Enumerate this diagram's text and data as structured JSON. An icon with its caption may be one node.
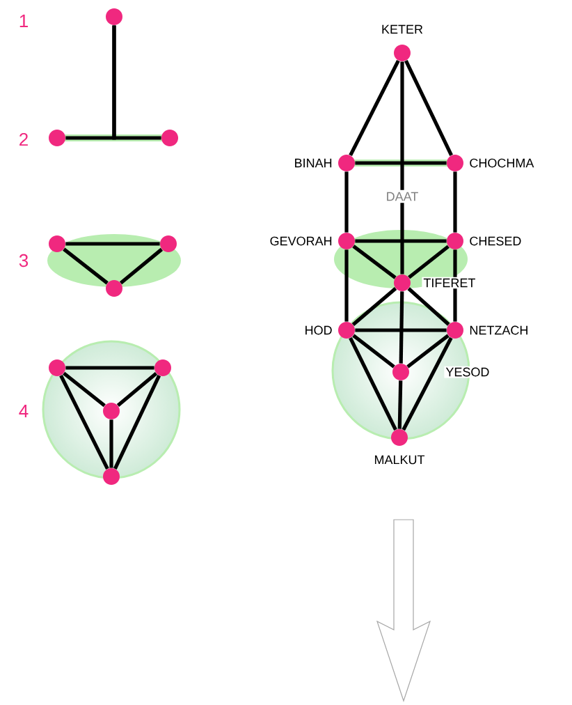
{
  "diagram": {
    "nodes": [
      {
        "text": [],
        "shape": "circle"
      },
      {
        "text": [],
        "shape": "circle"
      },
      {
        "text": [],
        "shape": "circle"
      },
      {
        "text": [],
        "shape": "circle"
      },
      {
        "text": [],
        "shape": "circle"
      },
      {
        "text": [],
        "shape": "circle"
      },
      {
        "text": [],
        "shape": "circle"
      },
      {
        "text": [],
        "shape": "circle"
      },
      {
        "text": [],
        "shape": "circle"
      },
      {
        "text": [],
        "shape": "circle"
      },
      {
        "text": [],
        "shape": "circle",
        "beside": [
          "KETER"
        ]
      },
      {
        "text": [],
        "shape": "circle",
        "beside": [
          "BINAH"
        ]
      },
      {
        "text": [],
        "shape": "circle",
        "beside": [
          "CHOCHMA"
        ]
      },
      {
        "text": [],
        "shape": "circle",
        "beside": [
          "GEVORAH"
        ]
      },
      {
        "text": [],
        "shape": "circle",
        "beside": [
          "CHESED"
        ]
      },
      {
        "text": [],
        "shape": "circle",
        "beside": [
          "TIFERET"
        ]
      },
      {
        "text": [],
        "shape": "circle",
        "beside": [
          "HOD"
        ]
      },
      {
        "text": [],
        "shape": "circle",
        "beside": [
          "NETZACH"
        ]
      },
      {
        "text": [],
        "shape": "circle",
        "beside": [
          "YESOD"
        ]
      },
      {
        "text": [],
        "shape": "circle",
        "beside": [
          "MALKUT"
        ]
      }
    ],
    "edges": [
      {
        "from": 0,
        "to": 1,
        "arrow": "none"
      },
      {
        "from": 0,
        "to": 2,
        "arrow": "none"
      },
      {
        "from": 3,
        "to": 4,
        "arrow": "none"
      },
      {
        "from": 3,
        "to": 5,
        "arrow": "none"
      },
      {
        "from": 4,
        "to": 5,
        "arrow": "none"
      },
      {
        "from": 6,
        "to": 7,
        "arrow": "none"
      },
      {
        "from": 6,
        "to": 8,
        "arrow": "none"
      },
      {
        "from": 7,
        "to": 8,
        "arrow": "none"
      },
      {
        "from": 8,
        "to": 9,
        "arrow": "none"
      },
      {
        "from": 6,
        "to": 9,
        "arrow": "none"
      },
      {
        "from": 7,
        "to": 9,
        "arrow": "none"
      },
      {
        "from": 10,
        "to": 11,
        "arrow": "none"
      },
      {
        "from": 10,
        "to": 12,
        "arrow": "none"
      },
      {
        "from": 10,
        "to": 15,
        "arrow": "none"
      },
      {
        "from": 11,
        "to": 12,
        "arrow": "none"
      },
      {
        "from": 11,
        "to": 13,
        "arrow": "none"
      },
      {
        "from": 12,
        "to": 14,
        "arrow": "none"
      },
      {
        "from": 13,
        "to": 14,
        "arrow": "none"
      },
      {
        "from": 13,
        "to": 15,
        "arrow": "none"
      },
      {
        "from": 14,
        "to": 15,
        "arrow": "none"
      },
      {
        "from": 13,
        "to": 16,
        "arrow": "none"
      },
      {
        "from": 14,
        "to": 17,
        "arrow": "none"
      },
      {
        "from": 15,
        "to": 16,
        "arrow": "none"
      },
      {
        "from": 15,
        "to": 17,
        "arrow": "none"
      },
      {
        "from": 16,
        "to": 17,
        "arrow": "none"
      },
      {
        "from": 15,
        "to": 18,
        "arrow": "none"
      },
      {
        "from": 16,
        "to": 18,
        "arrow": "none"
      },
      {
        "from": 17,
        "to": 18,
        "arrow": "none"
      },
      {
        "from": 16,
        "to": 19,
        "arrow": "none"
      },
      {
        "from": 17,
        "to": 19,
        "arrow": "none"
      },
      {
        "from": 18,
        "to": 19,
        "arrow": "none"
      }
    ],
    "labels": [
      "1",
      "2",
      "3",
      "4",
      "DAAT"
    ]
  }
}
